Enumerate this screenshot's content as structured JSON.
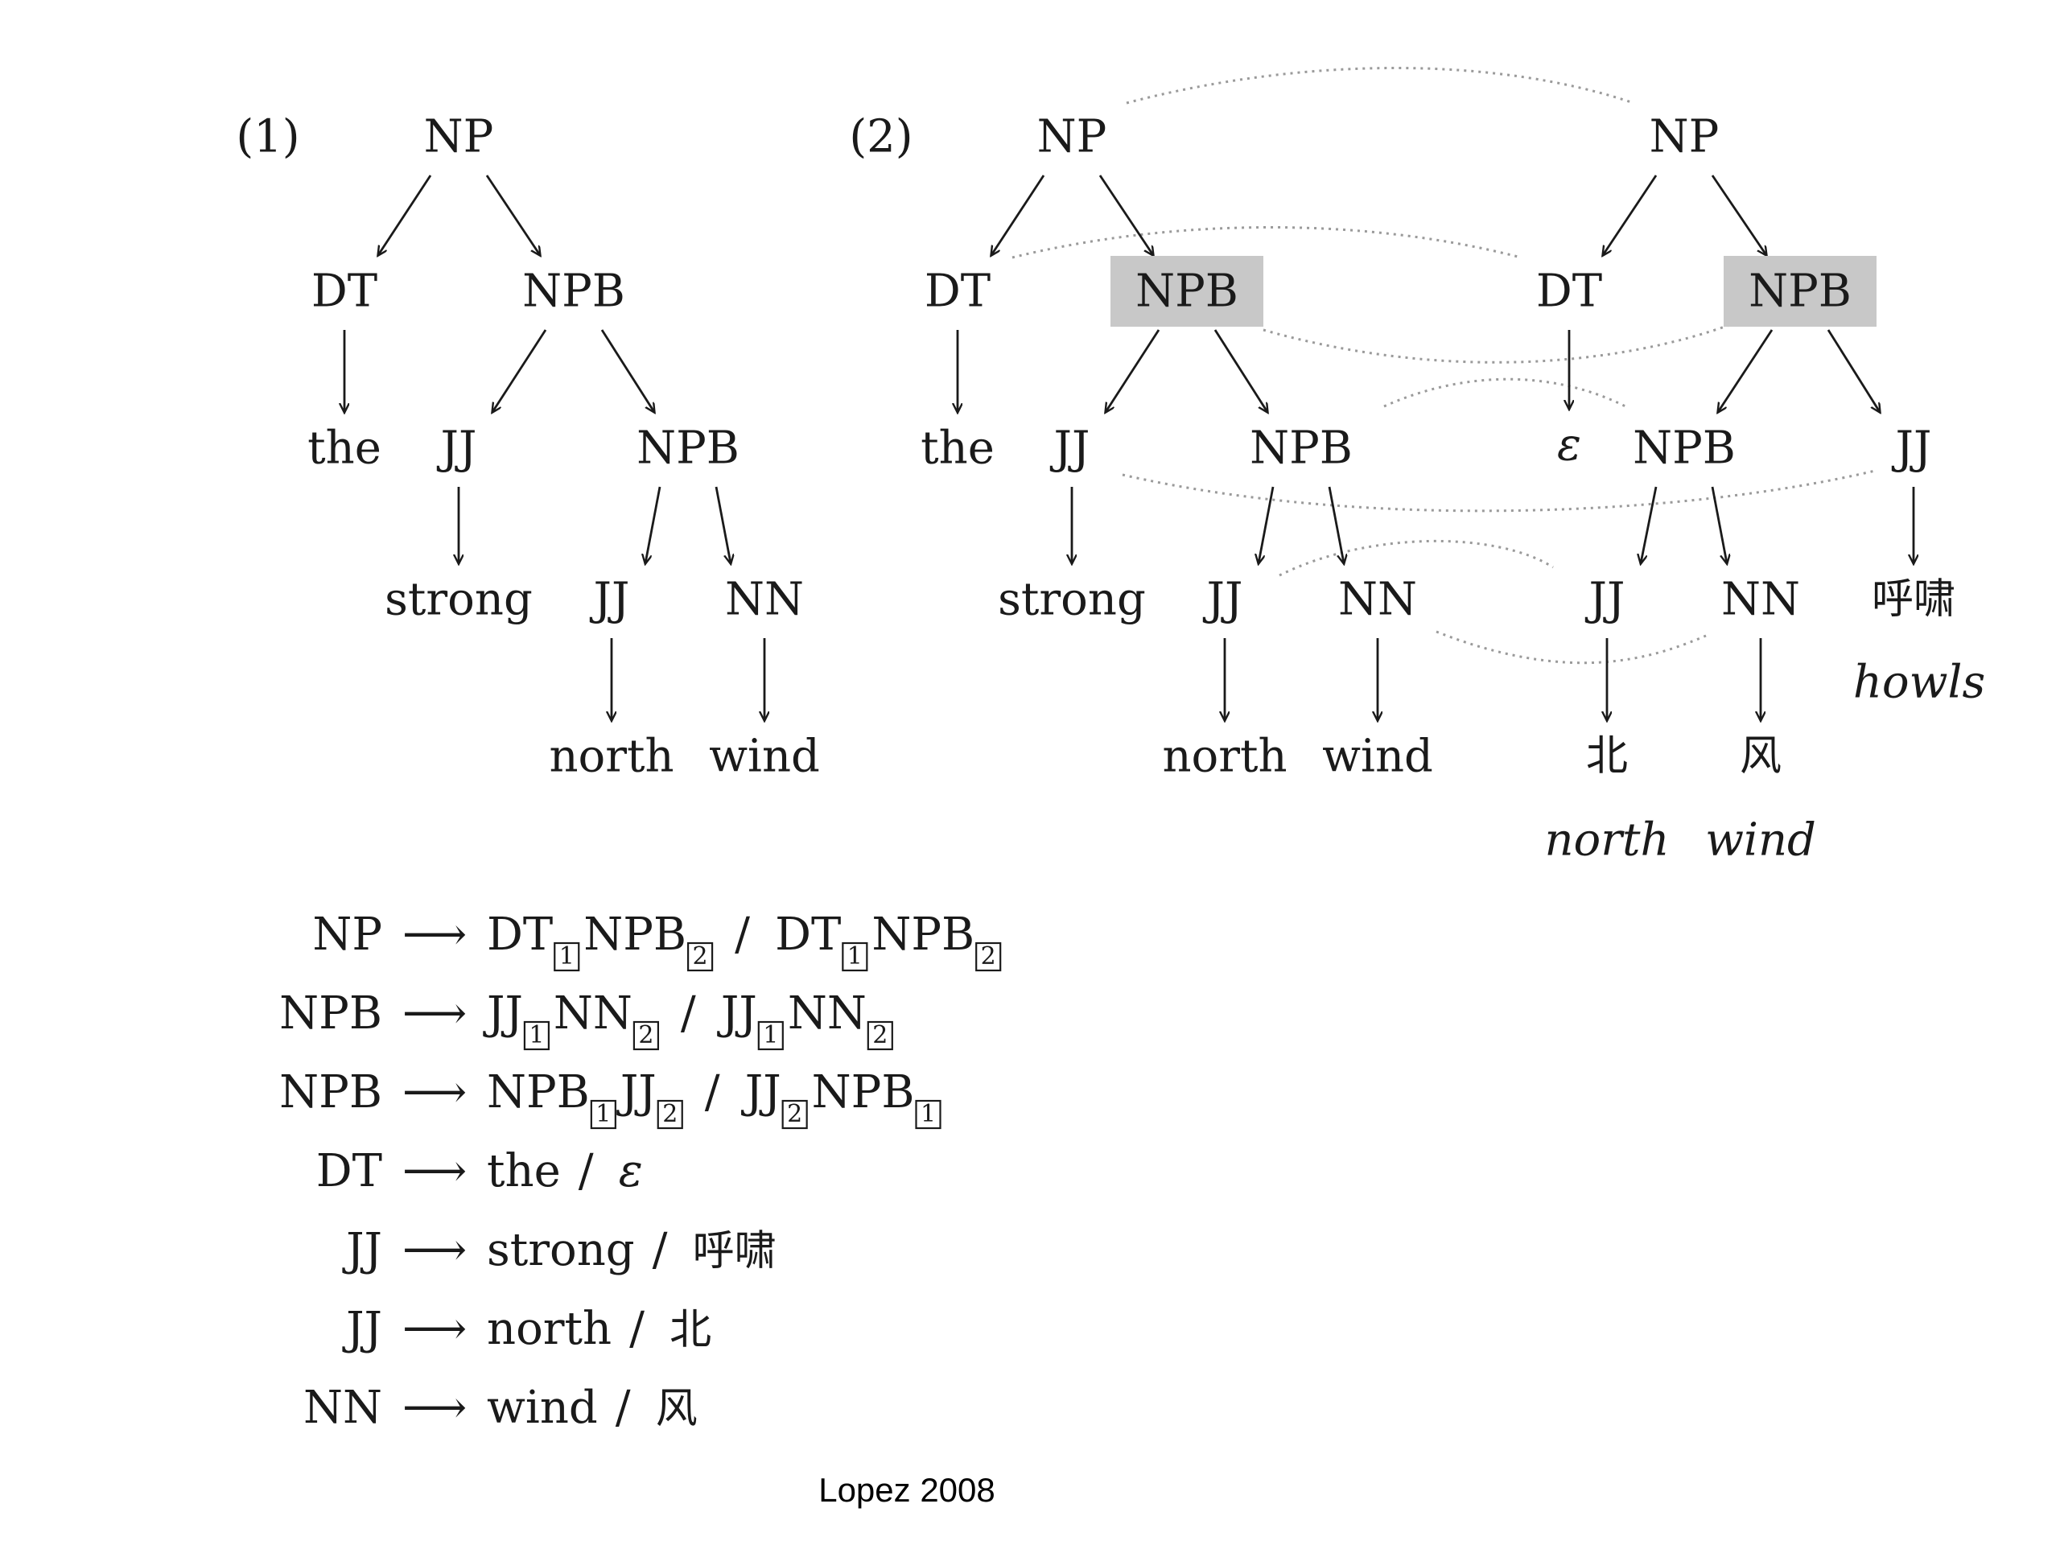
{
  "tree1": {
    "label": "(1)",
    "nodes": {
      "np": "NP",
      "dt": "DT",
      "npb": "NPB",
      "the": "the",
      "jj": "JJ",
      "npb2": "NPB",
      "strong": "strong",
      "jj2": "JJ",
      "nn": "NN",
      "north": "north",
      "wind": "wind"
    }
  },
  "tree2": {
    "label": "(2)",
    "english": {
      "np": "NP",
      "dt": "DT",
      "npb": "NPB",
      "the": "the",
      "jj": "JJ",
      "npb2": "NPB",
      "strong": "strong",
      "jj2": "JJ",
      "nn": "NN",
      "north": "north",
      "wind": "wind"
    },
    "chinese": {
      "np": "NP",
      "dt": "DT",
      "npb": "NPB",
      "epsilon": "ε",
      "npb2": "NPB",
      "jj": "JJ",
      "jj2": "JJ",
      "nn": "NN",
      "huxiao": "呼啸",
      "howls": "howls",
      "bei": "北",
      "feng": "风",
      "north_gloss": "north",
      "wind_gloss": "wind"
    }
  },
  "rules": [
    {
      "lhs": "NP",
      "arrow": "⟶",
      "src": [
        [
          "DT",
          "1"
        ],
        [
          "NPB",
          "2"
        ]
      ],
      "slash": "/",
      "tgt": [
        [
          "DT",
          "1"
        ],
        [
          "NPB",
          "2"
        ]
      ]
    },
    {
      "lhs": "NPB",
      "arrow": "⟶",
      "src": [
        [
          "JJ",
          "1"
        ],
        [
          "NN",
          "2"
        ]
      ],
      "slash": "/",
      "tgt": [
        [
          "JJ",
          "1"
        ],
        [
          "NN",
          "2"
        ]
      ]
    },
    {
      "lhs": "NPB",
      "arrow": "⟶",
      "src": [
        [
          "NPB",
          "1"
        ],
        [
          "JJ",
          "2"
        ]
      ],
      "slash": "/",
      "tgt": [
        [
          "JJ",
          "2"
        ],
        [
          "NPB",
          "1"
        ]
      ]
    },
    {
      "lhs": "DT",
      "arrow": "⟶",
      "src_text": "the",
      "slash": "/",
      "tgt_text": "ε"
    },
    {
      "lhs": "JJ",
      "arrow": "⟶",
      "src_text": "strong",
      "slash": "/",
      "tgt_text": "呼啸"
    },
    {
      "lhs": "JJ",
      "arrow": "⟶",
      "src_text": "north",
      "slash": "/",
      "tgt_text": "北"
    },
    {
      "lhs": "NN",
      "arrow": "⟶",
      "src_text": "wind",
      "slash": "/",
      "tgt_text": "风"
    }
  ],
  "caption": "Lopez 2008",
  "colors": {
    "highlight": "#c8c8c8",
    "ink": "#1a1a1a",
    "dotted": "#9a9a9a"
  }
}
